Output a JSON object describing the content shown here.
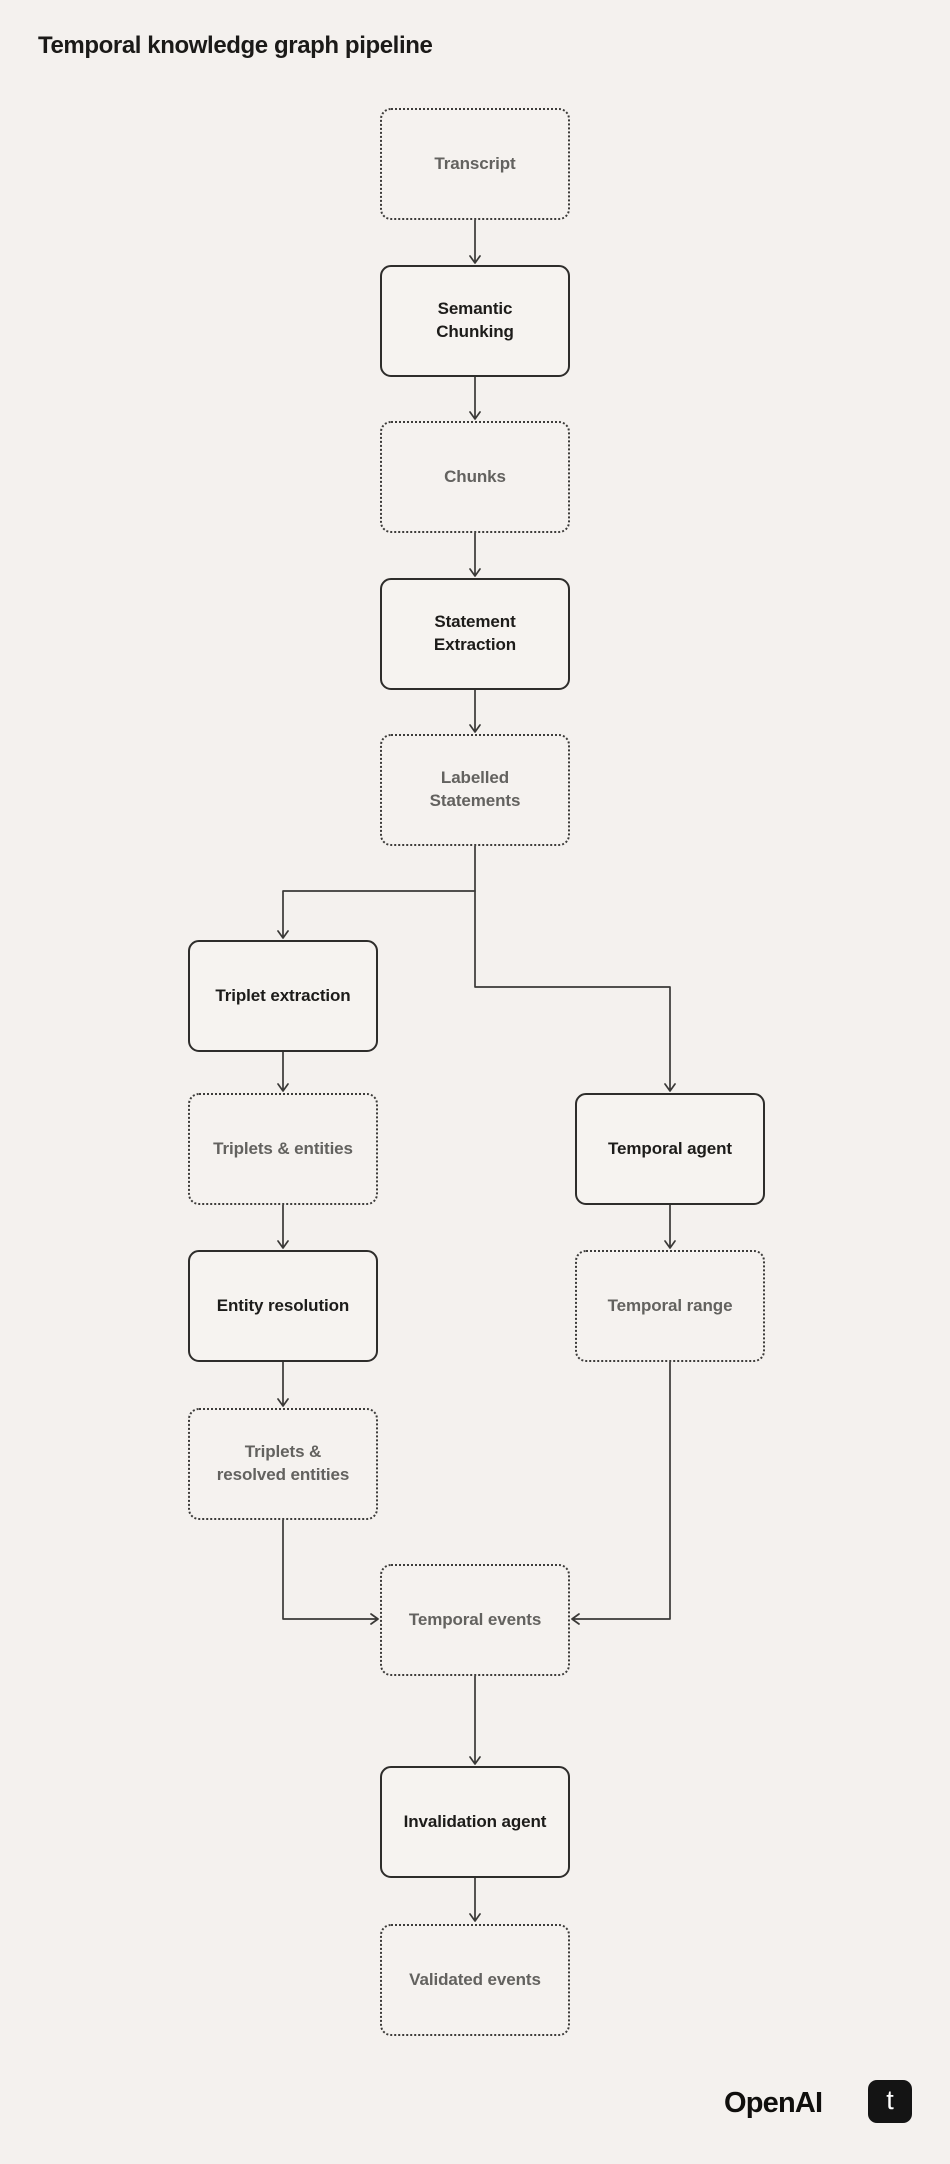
{
  "title": "Temporal knowledge graph pipeline",
  "diagram": {
    "nodes": {
      "transcript": {
        "label": "Transcript",
        "kind": "artifact"
      },
      "semantic_chunking": {
        "label": "Semantic Chunking",
        "kind": "process"
      },
      "chunks": {
        "label": "Chunks",
        "kind": "artifact"
      },
      "statement_extraction": {
        "label": "Statement Extraction",
        "kind": "process"
      },
      "labelled_statements": {
        "label": "Labelled Statements",
        "kind": "artifact"
      },
      "triplet_extraction": {
        "label": "Triplet extraction",
        "kind": "process"
      },
      "triplets_entities": {
        "label": "Triplets & entities",
        "kind": "artifact"
      },
      "temporal_agent": {
        "label": "Temporal agent",
        "kind": "process"
      },
      "entity_resolution": {
        "label": "Entity resolution",
        "kind": "process"
      },
      "temporal_range": {
        "label": "Temporal range",
        "kind": "artifact"
      },
      "triplets_resolved_entities": {
        "label": "Triplets & resolved entities",
        "kind": "artifact"
      },
      "temporal_events": {
        "label": "Temporal events",
        "kind": "artifact"
      },
      "invalidation_agent": {
        "label": "Invalidation agent",
        "kind": "process"
      },
      "validated_events": {
        "label": "Validated events",
        "kind": "artifact"
      }
    },
    "edges": [
      {
        "from": "transcript",
        "to": "semantic_chunking"
      },
      {
        "from": "semantic_chunking",
        "to": "chunks"
      },
      {
        "from": "chunks",
        "to": "statement_extraction"
      },
      {
        "from": "statement_extraction",
        "to": "labelled_statements"
      },
      {
        "from": "labelled_statements",
        "to": "triplet_extraction"
      },
      {
        "from": "labelled_statements",
        "to": "temporal_agent"
      },
      {
        "from": "triplet_extraction",
        "to": "triplets_entities"
      },
      {
        "from": "triplets_entities",
        "to": "entity_resolution"
      },
      {
        "from": "entity_resolution",
        "to": "triplets_resolved_entities"
      },
      {
        "from": "triplets_resolved_entities",
        "to": "temporal_events"
      },
      {
        "from": "temporal_agent",
        "to": "temporal_range"
      },
      {
        "from": "temporal_range",
        "to": "temporal_events"
      },
      {
        "from": "temporal_events",
        "to": "invalidation_agent"
      },
      {
        "from": "invalidation_agent",
        "to": "validated_events"
      }
    ]
  },
  "footer": {
    "brand": "OpenAI",
    "logo_letter": "t"
  },
  "colors": {
    "background": "#f4f1ee",
    "box_fill": "#f6f3f0",
    "solid_border": "#2e2d2b",
    "dotted_border": "#3d3c3a",
    "connector": "#3a3937",
    "dark_text": "#1d1c1a",
    "muted_text": "#63625f",
    "logo_bg": "#141414",
    "logo_letter": "#ffffff"
  }
}
